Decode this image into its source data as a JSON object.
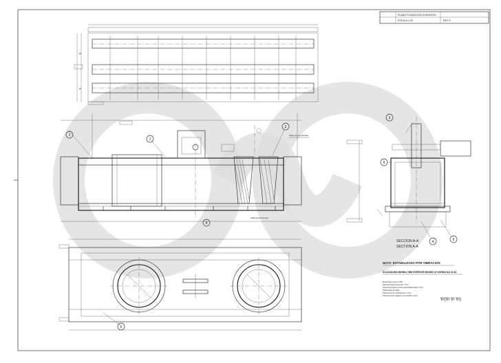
{
  "title_block": {
    "row1": "PLANO FUNDACION HORMIGON",
    "row2": "ESCALA 1:20",
    "row3": "REV 0"
  },
  "notes": {
    "nota": "NOTA: ESTABILIZADO POR VIBRACION",
    "soldadura": "SOLDADURA MINIMA 7MM ESPESOR MINIMO S/ NORMA NA 19-84",
    "small": [
      "Break sharp corners 1x45°",
      "Tolerancia dimensiones sin ± ±0.5",
      "Tolerances between holes and threaded holes ± ±0.2",
      "Soldar todos los lados",
      "Tolerancia entre perforaciones ± ±0.3",
      "Tolerancia entre agujeros y/o roscados ± ±0.2"
    ],
    "symbol": "∇/(∇/ ∇/ ∇/)"
  },
  "section": {
    "label1": "SECCION A-A",
    "label2": "SECTION A-A"
  },
  "callouts": [
    "1",
    "2",
    "3",
    "4",
    "5",
    "6",
    "7",
    "8",
    "9"
  ],
  "front_labels": {
    "weld_note": "Soldar una vez alineado",
    "weld_note_2": "Soldar durante la obra",
    "box_top": "A"
  }
}
